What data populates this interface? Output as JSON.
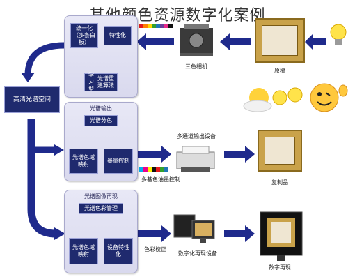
{
  "title": "其他颜色资源数字化案例",
  "colors": {
    "arrow": "#1f2a8c",
    "box": "#1f2a6e",
    "panel": "#dcdcef",
    "frame": "#c9a24a"
  },
  "left_box": {
    "label": "高清光谱空间"
  },
  "group1": {
    "box_left": "统一化（多条白板）",
    "box_right": "特性化",
    "box_bottom_top": "学习型",
    "box_bottom": "光谱重建算法"
  },
  "group2": {
    "header": "光谱输出",
    "box_top": "光谱分色",
    "box_left": "光谱色域映射",
    "box_right": "墨量控制"
  },
  "group3": {
    "header": "光谱图像再现",
    "box_top": "光谱色彩管理",
    "box_left": "光谱色域映射",
    "box_right": "设备特性化"
  },
  "labels": {
    "camera": "三色相机",
    "original": "原稿",
    "printer": "多通道输出设备",
    "ink": "多基色油墨控制",
    "reproduction": "复制品",
    "monitor_setup": "色彩校正",
    "monitor_device": "数字化再现设备",
    "digital": "数字再现"
  },
  "icons": [
    "lightbulb-icon",
    "camera-icon",
    "sun-cloud-icon",
    "light-bulbs-icon",
    "smiley-thumbs-up-icon",
    "printer-icon",
    "monitor-icon",
    "color-swatch-icon"
  ]
}
